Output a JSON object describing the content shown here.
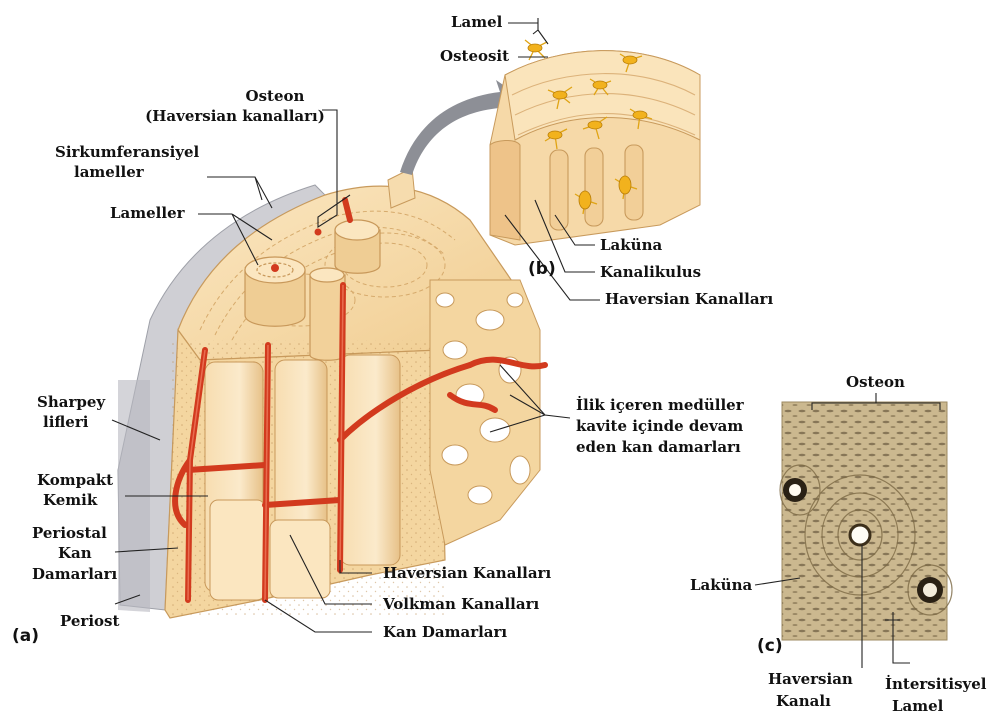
{
  "panels": {
    "a": "(a)",
    "b": "(b)",
    "c": "(c)"
  },
  "labels": {
    "lamel": "Lamel",
    "osteosit": "Osteosit",
    "osteon_main": "Osteon",
    "osteon_sub": "(Haversian kanalları)",
    "sirkumferansiyel_1": "Sirkumferansiyel",
    "sirkumferansiyel_2": "lameller",
    "lameller": "Lameller",
    "sharpey_1": "Sharpey",
    "sharpey_2": "lifleri",
    "kompakt_1": "Kompakt",
    "kompakt_2": "Kemik",
    "periostal_1": "Periostal",
    "periostal_2": "Kan",
    "periostal_3": "Damarları",
    "periost": "Periost",
    "haversian_kanallari": "Haversian Kanalları",
    "volkman_kanallari": "Volkman Kanalları",
    "kan_damarlari": "Kan Damarları",
    "ilik_1": "İlik içeren medüller",
    "ilik_2": "kavite içinde devam",
    "ilik_3": "eden kan damarları",
    "b_lakuna": "Laküna",
    "b_kanalikulus": "Kanalikulus",
    "b_haversian": "Haversian Kanalları",
    "c_osteon": "Osteon",
    "c_lakuna": "Laküna",
    "c_haversian_1": "Haversian",
    "c_haversian_2": "Kanalı",
    "c_intersitisyel_1": "İntersitisyel",
    "c_intersitisyel_2": "Lamel"
  },
  "colors": {
    "bone": "#f6d9a8",
    "bone_dark": "#e2b97a",
    "vessel": "#d23a1e",
    "periost": "#cfcfd4",
    "osteocyte": "#f2b21d",
    "micrograph": "#cbb88f"
  }
}
